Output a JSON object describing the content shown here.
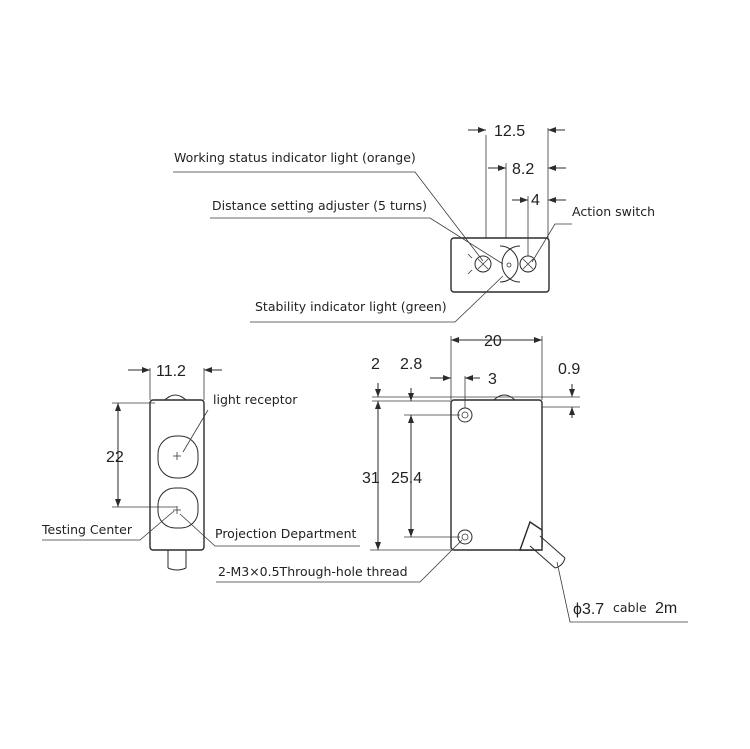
{
  "labels": {
    "working_status": "Working status indicator light (orange)",
    "distance_adjuster": "Distance setting adjuster (5 turns)",
    "action_switch": "Action switch",
    "stability_light": "Stability indicator light (green)",
    "light_receptor": "light receptor",
    "testing_center": "Testing Center",
    "projection_department": "Projection Department",
    "through_hole": "2-M3×0.5Through-hole thread",
    "cable_diameter": "ϕ3.7",
    "cable_text": "cable",
    "cable_length": "2m"
  },
  "dimensions": {
    "top_width": "12.5",
    "top_mid": "8.2",
    "top_small": "4",
    "side_width": "11.2",
    "side_height": "22",
    "front_width": "20",
    "front_left_a": "2",
    "front_left_b": "2.8",
    "front_left_c": "3",
    "front_right": "0.9",
    "front_height": "31",
    "hole_spacing": "25.4"
  }
}
